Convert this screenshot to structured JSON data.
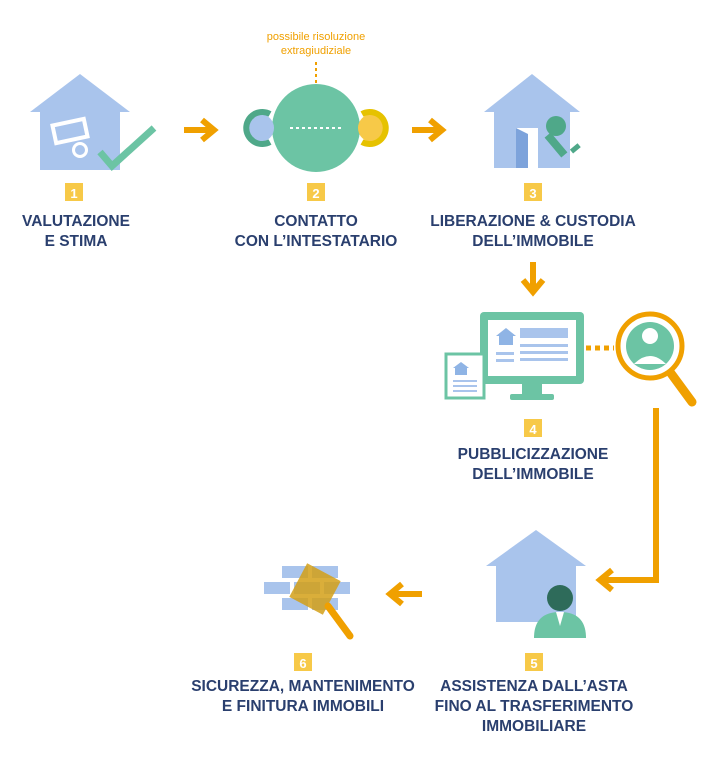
{
  "note": {
    "line1": "possibile risoluzione",
    "line2": "extragiudiziale"
  },
  "steps": [
    {
      "number": "1",
      "lines": [
        "VALUTAZIONE",
        "E STIMA"
      ]
    },
    {
      "number": "2",
      "lines": [
        "CONTATTO",
        "CON L’INTESTATARIO"
      ]
    },
    {
      "number": "3",
      "lines": [
        "LIBERAZIONE & CUSTODIA",
        "DELL’IMMOBILE"
      ]
    },
    {
      "number": "4",
      "lines": [
        "PUBBLICIZZAZIONE",
        "DELL’IMMOBILE"
      ]
    },
    {
      "number": "5",
      "lines": [
        "ASSISTENZA DALL’ASTA",
        "FINO AL TRASFERIMENTO",
        "IMMOBILIARE"
      ]
    },
    {
      "number": "6",
      "lines": [
        "SICUREZZA, MANTENIMENTO",
        "E FINITURA IMMOBILI"
      ]
    }
  ],
  "colors": {
    "house": "#a9c4ec",
    "house_dark": "#7da3db",
    "teal": "#6cc4a4",
    "teal_dark": "#4fa889",
    "orange": "#f0a000",
    "yellow": "#f7c948",
    "navy": "#2a3f6e",
    "blue_person": "#8fb4e5"
  }
}
